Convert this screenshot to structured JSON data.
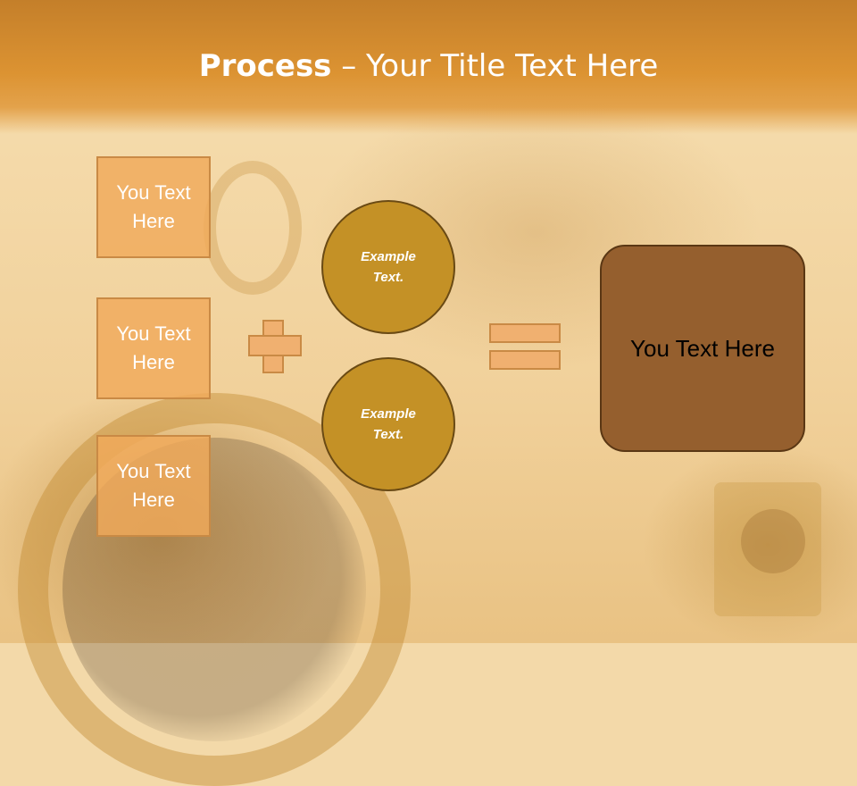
{
  "slide": {
    "title_bold": "Process",
    "title_rest": " – Your Title Text Here"
  },
  "left_boxes": [
    {
      "text": "You Text\nHere"
    },
    {
      "text": "You Text\nHere"
    },
    {
      "text": "You Text\nHere"
    }
  ],
  "circles": [
    {
      "text": "Example\nText."
    },
    {
      "text": "Example\nText."
    }
  ],
  "result_box": {
    "text": "You Text Here"
  },
  "colors": {
    "header": "#dc9332",
    "box_fill": "#f0aa5a",
    "circle_fill": "#c49126",
    "result_fill": "#955f2e"
  }
}
